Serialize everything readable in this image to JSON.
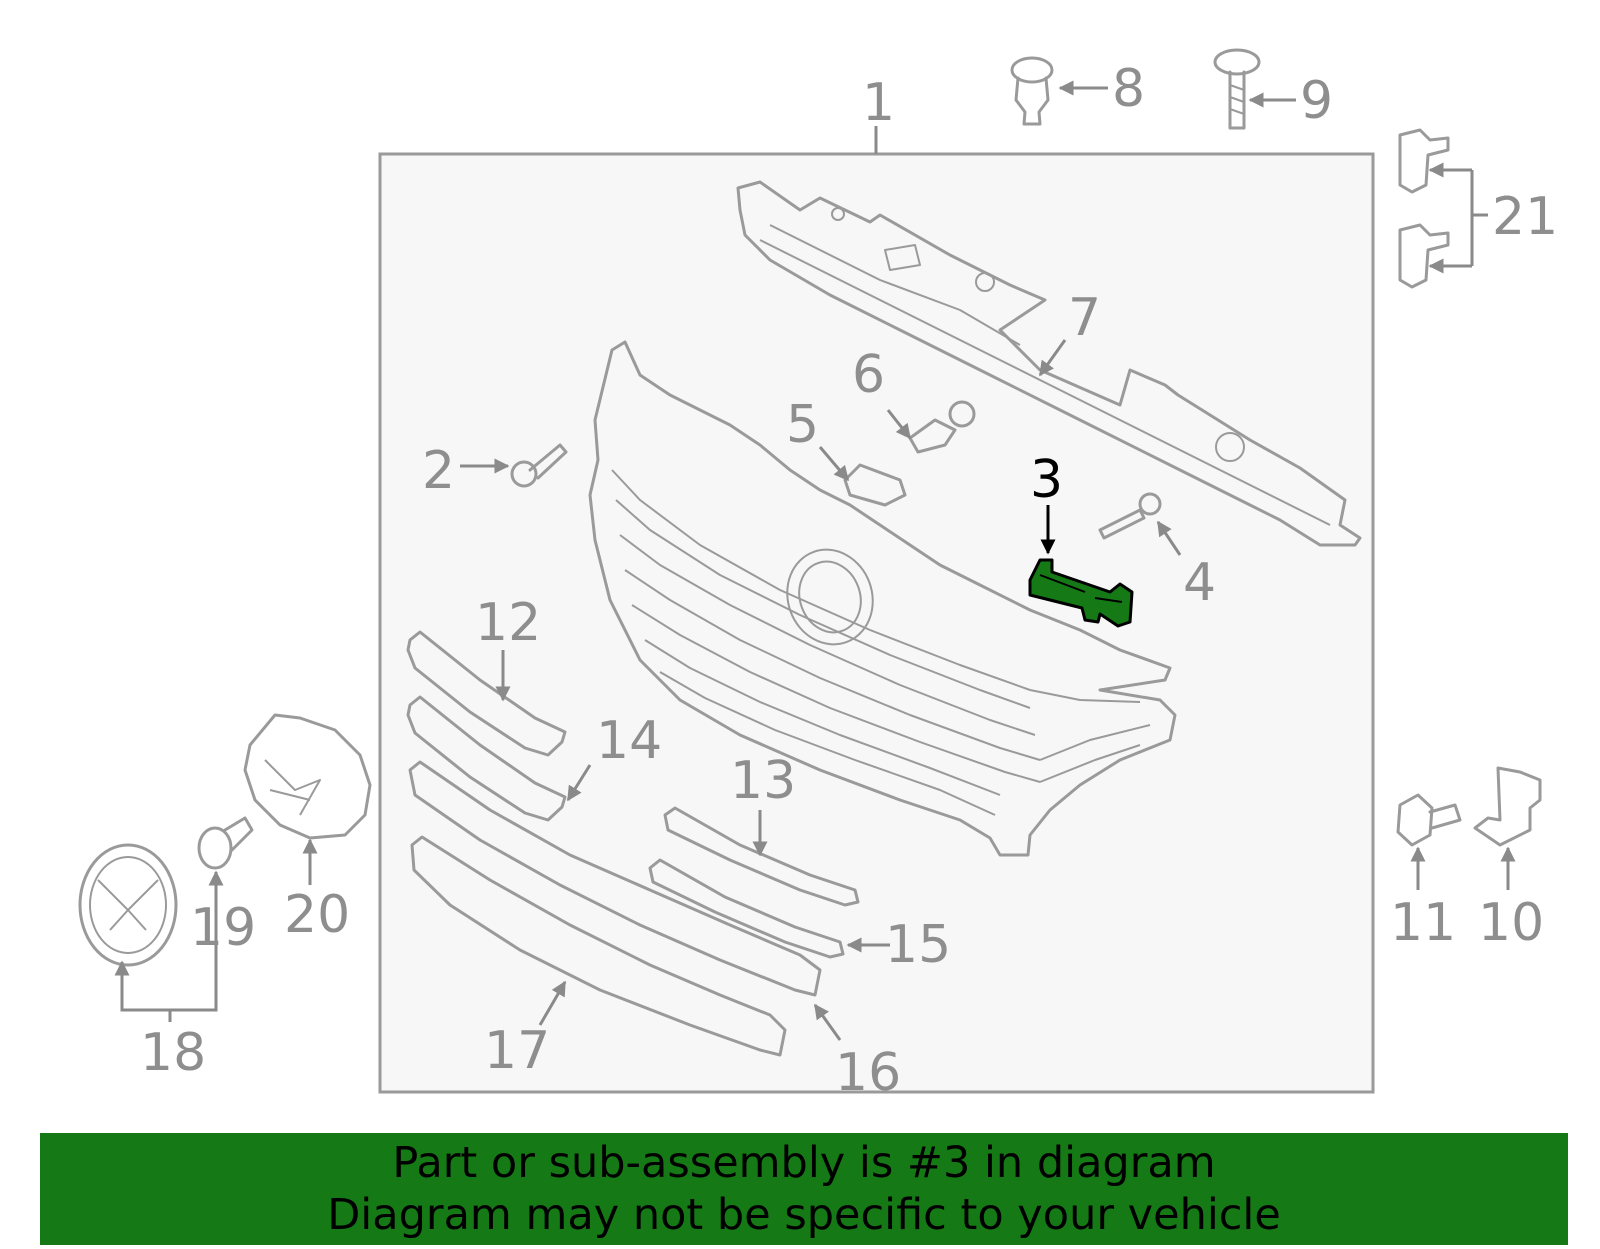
{
  "colors": {
    "highlight": "#157a15",
    "banner_background": "#157a15",
    "line_gray": "#9a9a9a",
    "callout_gray": "#8e8e8e",
    "highlight_label": "#000000"
  },
  "highlighted_part": "3",
  "callouts": {
    "c1": "1",
    "c2": "2",
    "c3": "3",
    "c4": "4",
    "c5": "5",
    "c6": "6",
    "c7": "7",
    "c8": "8",
    "c9": "9",
    "c10": "10",
    "c11": "11",
    "c12": "12",
    "c13": "13",
    "c14": "14",
    "c15": "15",
    "c16": "16",
    "c17": "17",
    "c18": "18",
    "c19": "19",
    "c20": "20",
    "c21": "21"
  },
  "banner": {
    "line1": "Part or sub-assembly is #3 in diagram",
    "line2": "Diagram may not be specific to your vehicle"
  }
}
